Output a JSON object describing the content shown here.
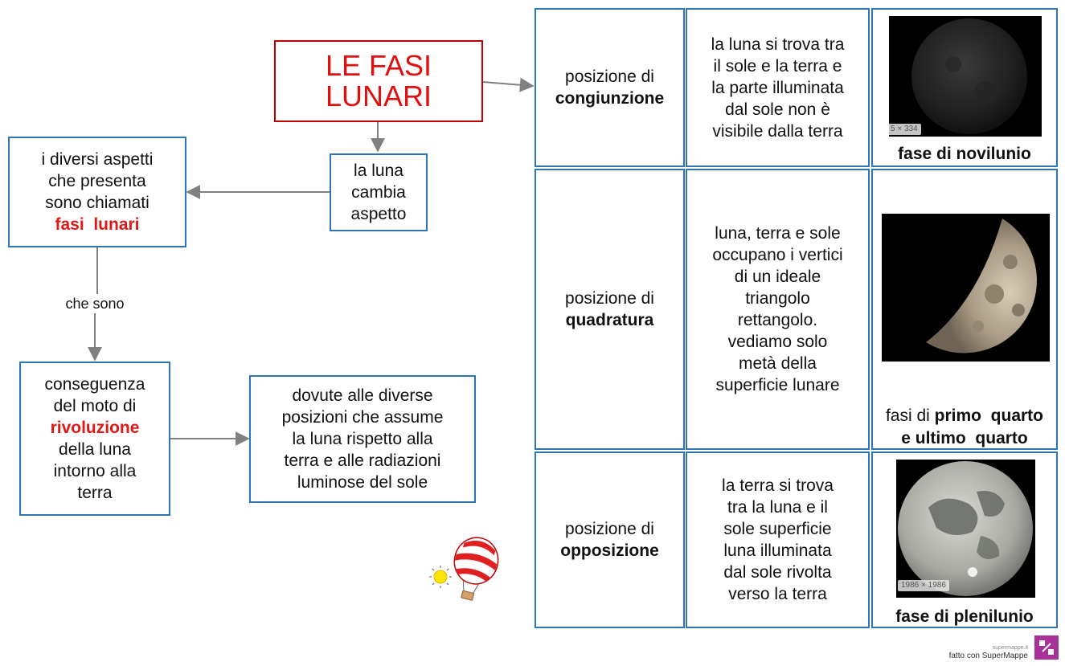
{
  "title": {
    "line1": "LE FASI",
    "line2": "LUNARI"
  },
  "flow": {
    "changes": {
      "lines": [
        "la luna",
        "cambia",
        "aspetto"
      ]
    },
    "aspects": {
      "lines": [
        "i diversi aspetti",
        "che presenta",
        "sono chiamati"
      ],
      "highlight": "fasi  lunari"
    },
    "connector_label": "che sono",
    "consequence": {
      "before": [
        "conseguenza",
        "del moto di"
      ],
      "highlight": "rivoluzione",
      "after": [
        "della luna",
        "intorno alla",
        "terra"
      ]
    },
    "due_to": {
      "lines": [
        "dovute alle diverse",
        "posizioni che assume",
        "la luna rispetto alla",
        "terra e alle radiazioni",
        "luminose del sole"
      ]
    }
  },
  "table": {
    "rows": [
      {
        "position_prefix": "posizione di",
        "position_name": "congiunzione",
        "description": [
          "la luna si trova tra",
          "il sole e la terra e",
          "la parte illuminata",
          "dal sole non è",
          "visibile dalla terra"
        ],
        "image_tag": "5 × 334",
        "caption": "fase di novilunio"
      },
      {
        "position_prefix": "posizione di",
        "position_name": "quadratura",
        "description": [
          "luna, terra e sole",
          "occupano i vertici",
          "di un ideale",
          "triangolo",
          "rettangolo.",
          "vediamo solo",
          "metà della",
          "superficie lunare"
        ],
        "caption_prefix": "fasi di",
        "caption_bold1": "primo  quarto",
        "caption_mid": "e",
        "caption_bold2": "ultimo  quarto"
      },
      {
        "position_prefix": "posizione di",
        "position_name": "opposizione",
        "description": [
          "la terra si trova",
          "tra la luna e il",
          "sole superficie",
          "luna illuminata",
          "dal sole rivolta",
          "verso la terra"
        ],
        "image_tag": "1986 × 1986",
        "caption": "fase di plenilunio"
      }
    ]
  },
  "footer": {
    "site": "supermappe.it",
    "made_with": "fatto con SuperMappe"
  },
  "colors": {
    "border_blue": "#2e75b6",
    "title_red": "#c00000",
    "highlight_red": "#e01818",
    "arrow_gray": "#7f7f7f"
  }
}
